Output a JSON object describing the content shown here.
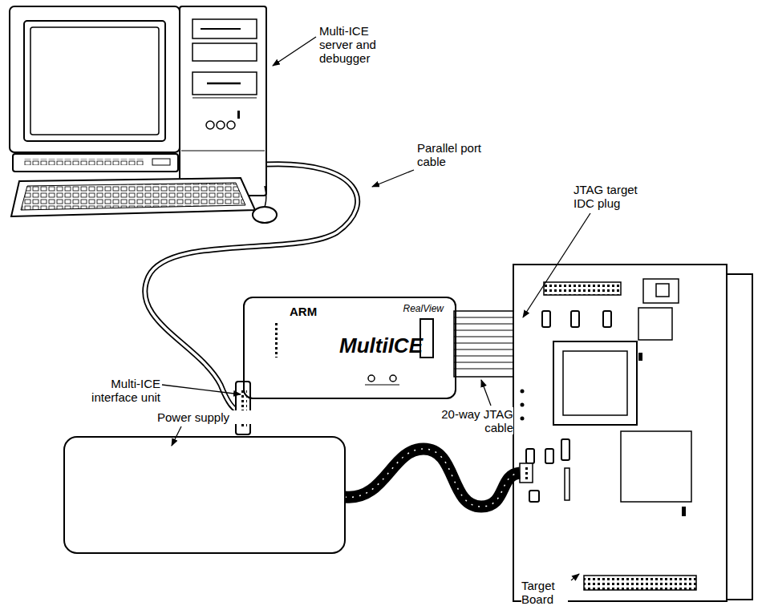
{
  "diagram": {
    "nodes": [
      {
        "text": [
          "ARM",
          "RealView",
          "MultiICE"
        ]
      }
    ],
    "labels": [
      "Multi-ICE server and debugger",
      "Parallel port cable",
      "JTAG target IDC plug",
      "Multi-ICE interface unit",
      "20-way JTAG cable",
      "Power supply",
      "Target Board"
    ]
  }
}
